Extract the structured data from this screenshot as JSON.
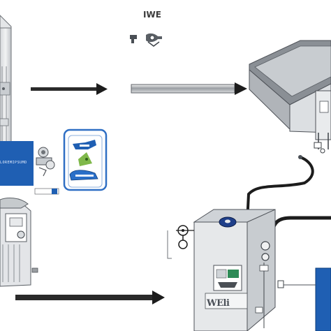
{
  "diagram": {
    "title": "IWE",
    "blue_panel_text": "LOREMIPSUMD",
    "unit_badge_text": "WEli",
    "components": [
      "left-cabinet",
      "ducting-hood-unit",
      "control-panel-card",
      "lower-left-tank",
      "main-control-box",
      "side-blue-panel"
    ],
    "connectors": [
      "arrow-left-cabinet-to-middle",
      "arrow-pipe-to-hood",
      "arrow-bottom-to-control-box",
      "cable-hood-to-control-box",
      "cable-control-box-to-right"
    ],
    "colors": {
      "brand_blue": "#1f5fb3",
      "card_border_blue": "#2f6fc4",
      "metal_light": "#e6e8ea",
      "metal_mid": "#c8ccd0",
      "metal_dark": "#7d8288",
      "cable_black": "#1c1c1c",
      "green_label": "#2e8b57"
    }
  }
}
